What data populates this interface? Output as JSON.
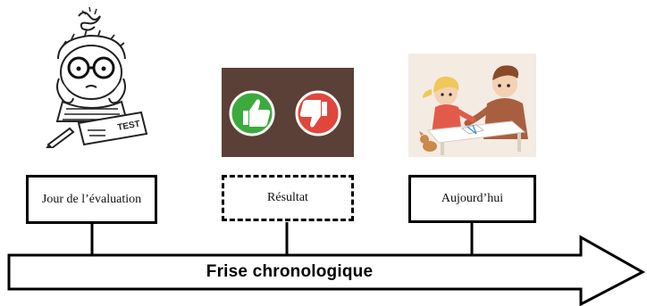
{
  "timeline": {
    "title": "Frise chronologique",
    "events": [
      {
        "label": "Jour de l’évaluation",
        "border": "solid"
      },
      {
        "label": "Résultat",
        "border": "dashed"
      },
      {
        "label": "Aujourd’hui",
        "border": "solid"
      }
    ]
  },
  "illustrations": {
    "student": {
      "test_sheet_text": "TEST"
    },
    "result": {
      "background_color": "#5a4037",
      "thumbs_up_color": "#3daa3d",
      "thumbs_down_color": "#e0463c"
    }
  }
}
